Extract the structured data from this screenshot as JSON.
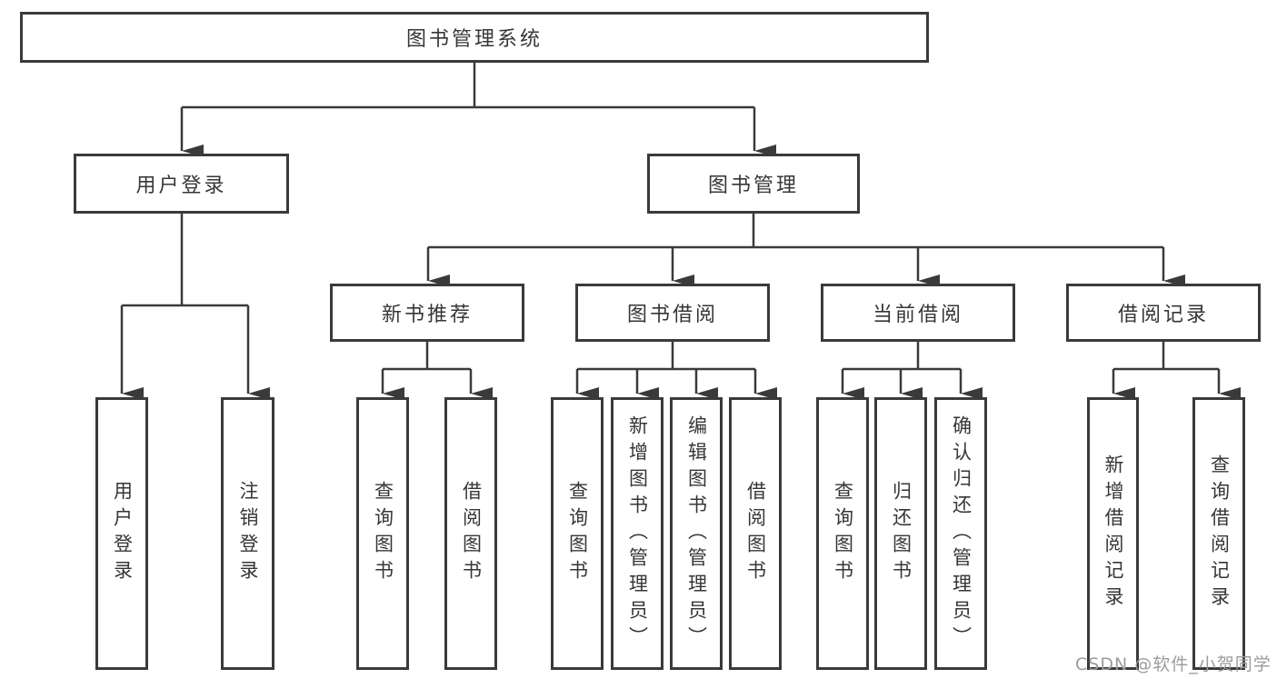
{
  "diagram": {
    "title": "图书管理系统",
    "root": {
      "label": "图书管理系统"
    },
    "branches": [
      {
        "label": "用户登录",
        "children": [
          {
            "label": "用户登录"
          },
          {
            "label": "注销登录"
          }
        ]
      },
      {
        "label": "图书管理",
        "children": [
          {
            "label": "新书推荐",
            "children": [
              {
                "label": "查询图书"
              },
              {
                "label": "借阅图书"
              }
            ]
          },
          {
            "label": "图书借阅",
            "children": [
              {
                "label": "查询图书"
              },
              {
                "label": "新增图书（管理员）"
              },
              {
                "label": "编辑图书（管理员）"
              },
              {
                "label": "借阅图书"
              }
            ]
          },
          {
            "label": "当前借阅",
            "children": [
              {
                "label": "查询图书"
              },
              {
                "label": "归还图书"
              },
              {
                "label": "确认归还（管理员）"
              }
            ]
          },
          {
            "label": "借阅记录",
            "children": [
              {
                "label": "新增借阅记录"
              },
              {
                "label": "查询借阅记录"
              }
            ]
          }
        ]
      }
    ]
  },
  "watermark": {
    "text": "CSDN @软件_小贺同学"
  },
  "colors": {
    "line": "#3a3a3a",
    "text": "#363636",
    "box_background": "#ffffff",
    "page_background": "#ffffff",
    "watermark": "#9c9c9c"
  }
}
